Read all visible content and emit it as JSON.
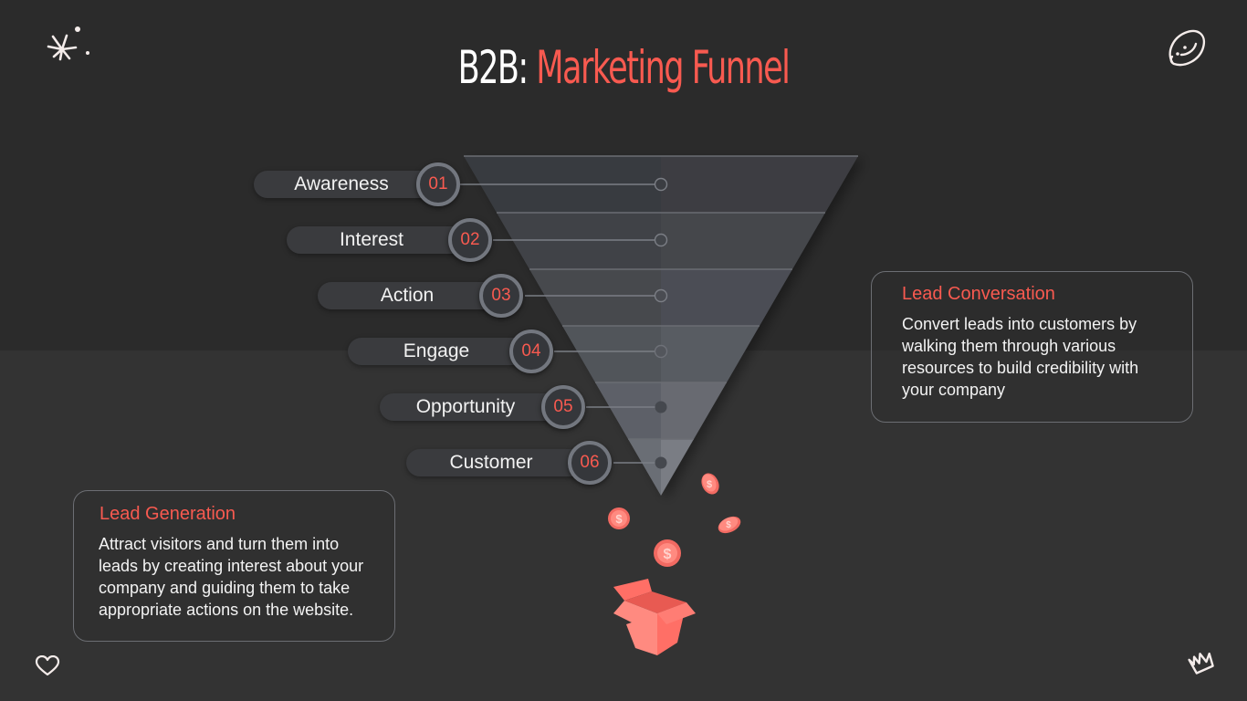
{
  "title": {
    "prefix": "B2B:",
    "main": "Marketing Funnel"
  },
  "colors": {
    "accent": "#f85a50",
    "background_top": "#2b2b2b",
    "background_bottom": "#333333",
    "text": "#ffffff",
    "pill": "#3a3b3e",
    "ring": "#73777f"
  },
  "stages": [
    {
      "number": "01",
      "label": "Awareness"
    },
    {
      "number": "02",
      "label": "Interest"
    },
    {
      "number": "03",
      "label": "Action"
    },
    {
      "number": "04",
      "label": "Engage"
    },
    {
      "number": "05",
      "label": "Opportunity"
    },
    {
      "number": "06",
      "label": "Customer"
    }
  ],
  "cards": {
    "lead_conversation": {
      "title": "Lead Conversation",
      "lines": [
        "Convert leads into customers by",
        "walking them through various",
        "resources to build credibility with",
        "your company"
      ]
    },
    "lead_generation": {
      "title": "Lead Generation",
      "lines": [
        "Attract visitors and turn them into",
        "leads by creating interest about your",
        "company and guiding them to take",
        "appropriate actions on the website."
      ]
    }
  },
  "icons": {
    "top_left": "sparkle-icon",
    "top_right": "smiley-icon",
    "bottom_left": "heart-icon",
    "bottom_right": "crown-icon",
    "coins": "dollar-coin-icon",
    "box": "open-box-icon"
  }
}
